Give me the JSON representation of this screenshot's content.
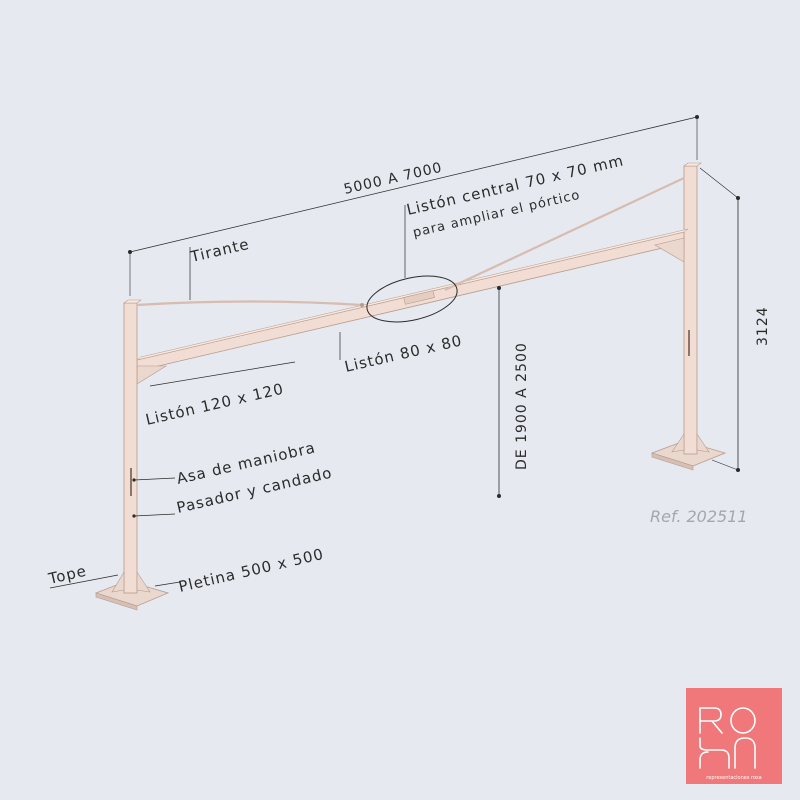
{
  "labels": {
    "span": "5000 A 7000",
    "height": "3124",
    "clearance": "DE 1900 A 2500",
    "central_1": "Listón central 70 x 70 mm",
    "central_2": "para ampliar el pórtico",
    "tirante": "Tirante",
    "liston80": "Listón 80 x 80",
    "liston120": "Listón 120 x 120",
    "asa": "Asa de maniobra",
    "pasador": "Pasador y candado",
    "tope": "Tope",
    "pletina": "Pletina 500 x 500"
  },
  "reference": "Ref. 202511",
  "logo": {
    "tagline": "representaciones rosa",
    "letters": "ROSA",
    "color": "#f0777a"
  },
  "colors": {
    "background": "#e6e9ef",
    "structure": "#f1ddd3",
    "structure_edge": "#b79b8e",
    "ink": "#2b2b2b"
  }
}
